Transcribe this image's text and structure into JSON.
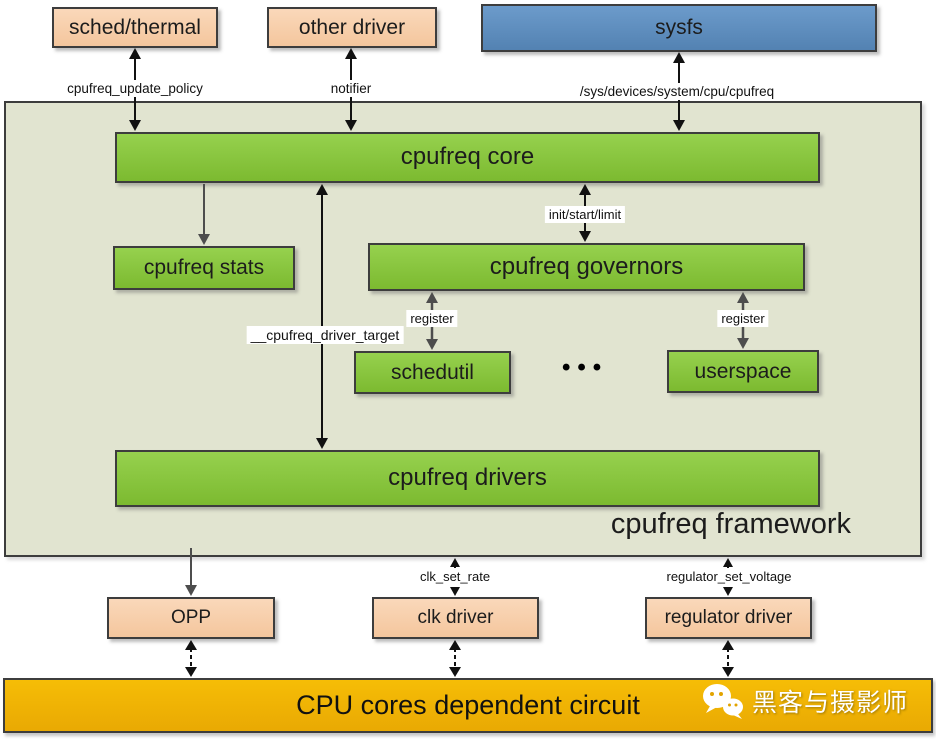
{
  "diagram": {
    "nodes": {
      "sched_thermal": "sched/thermal",
      "other_driver": "other driver",
      "sysfs": "sysfs",
      "cpufreq_core": "cpufreq core",
      "cpufreq_stats": "cpufreq stats",
      "cpufreq_governors": "cpufreq governors",
      "schedutil": "schedutil",
      "userspace": "userspace",
      "cpufreq_drivers": "cpufreq drivers",
      "opp": "OPP",
      "clk_driver": "clk driver",
      "regulator_driver": "regulator driver"
    },
    "edge_labels": {
      "update_policy": "cpufreq_update_policy",
      "notifier": "notifier",
      "sysfs_path": "/sys/devices/system/cpu/cpufreq",
      "init_start_limit": "init/start/limit",
      "driver_target": "__cpufreq_driver_target",
      "register_schedutil": "register",
      "register_userspace": "register",
      "clk_set_rate": "clk_set_rate",
      "regulator_set_voltage": "regulator_set_voltage"
    },
    "framework_label": "cpufreq framework",
    "ellipsis": "•••",
    "bus_label": "CPU cores dependent circuit",
    "watermark": {
      "icon": "wechat-icon",
      "text": "黑客与摄影师"
    },
    "colors": {
      "peach_box": "#f4c69d",
      "green_box": "#8cc63f",
      "blue_box": "#5f8fbf",
      "framework_bg": "#e1e4d0",
      "bus_gold": "#f0b000",
      "border": "#3d3d3d"
    }
  }
}
